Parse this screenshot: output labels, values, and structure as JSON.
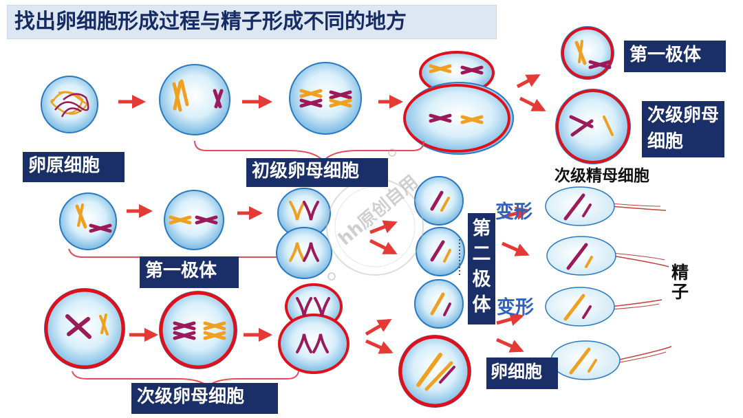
{
  "title": "找出卵细胞形成过程与精子形成不同的地方",
  "labels": {
    "oogonium": "卵原细胞",
    "primary_oocyte": "初级卵母细胞",
    "first_polar_body_top": "第一极体",
    "secondary_oocyte_top": "次级卵母细胞",
    "secondary_spermatocyte": "次级精母细胞",
    "first_polar_body_mid": "第一极体",
    "second_polar_body": "第二极体",
    "transform_1": "变形",
    "transform_2": "变形",
    "sperm": "精子",
    "egg_cell": "卵细胞",
    "secondary_oocyte_bottom": "次级卵母细胞"
  },
  "watermark": "hh原创自用",
  "colors": {
    "cell_fill": "#bfe3f6",
    "cell_edge": "#2a78bf",
    "highlight_ring": "#e0101a",
    "orange_chromosome": "#f0a020",
    "purple_chromosome": "#9a1a5a",
    "arrow": "#e53935",
    "bracket": "#e14b5a",
    "label_bg": "#1a2e68"
  }
}
